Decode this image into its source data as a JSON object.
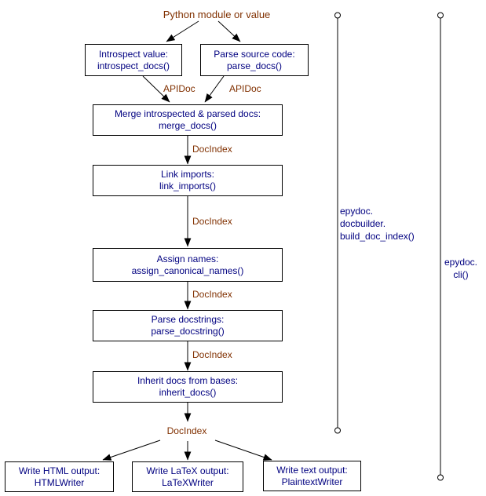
{
  "diagram": {
    "source_label": "Python module or value",
    "nodes": {
      "introspect": {
        "line1": "Introspect value:",
        "line2": "introspect_docs()"
      },
      "parse_source": {
        "line1": "Parse source code:",
        "line2": "parse_docs()"
      },
      "merge": {
        "line1": "Merge introspected & parsed docs:",
        "line2": "merge_docs()"
      },
      "link_imports": {
        "line1": "Link imports:",
        "line2": "link_imports()"
      },
      "assign_names": {
        "line1": "Assign names:",
        "line2": "assign_canonical_names()"
      },
      "parse_docstrings": {
        "line1": "Parse docstrings:",
        "line2": "parse_docstring()"
      },
      "inherit_docs": {
        "line1": "Inherit docs from bases:",
        "line2": "inherit_docs()"
      },
      "write_html": {
        "line1": "Write HTML output:",
        "line2": "HTMLWriter"
      },
      "write_latex": {
        "line1": "Write LaTeX output:",
        "line2": "LaTeXWriter"
      },
      "write_text": {
        "line1": "Write text output:",
        "line2": "PlaintextWriter"
      }
    },
    "edge_labels": {
      "apidoc_left": "APIDoc",
      "apidoc_right": "APIDoc",
      "docindex_merge": "DocIndex",
      "docindex_link": "DocIndex",
      "docindex_assign": "DocIndex",
      "docindex_parse": "DocIndex",
      "docindex_final": "DocIndex"
    },
    "spans": {
      "build_doc_index": {
        "line1": "epydoc.",
        "line2": "docbuilder.",
        "line3": "build_doc_index()"
      },
      "cli": {
        "line1": "epydoc.",
        "line2": "cli()"
      }
    },
    "colors": {
      "node_text": "#000080",
      "edge_label_text": "#803000",
      "box_border": "#000000",
      "edge": "#000000",
      "background": "#ffffff"
    }
  }
}
